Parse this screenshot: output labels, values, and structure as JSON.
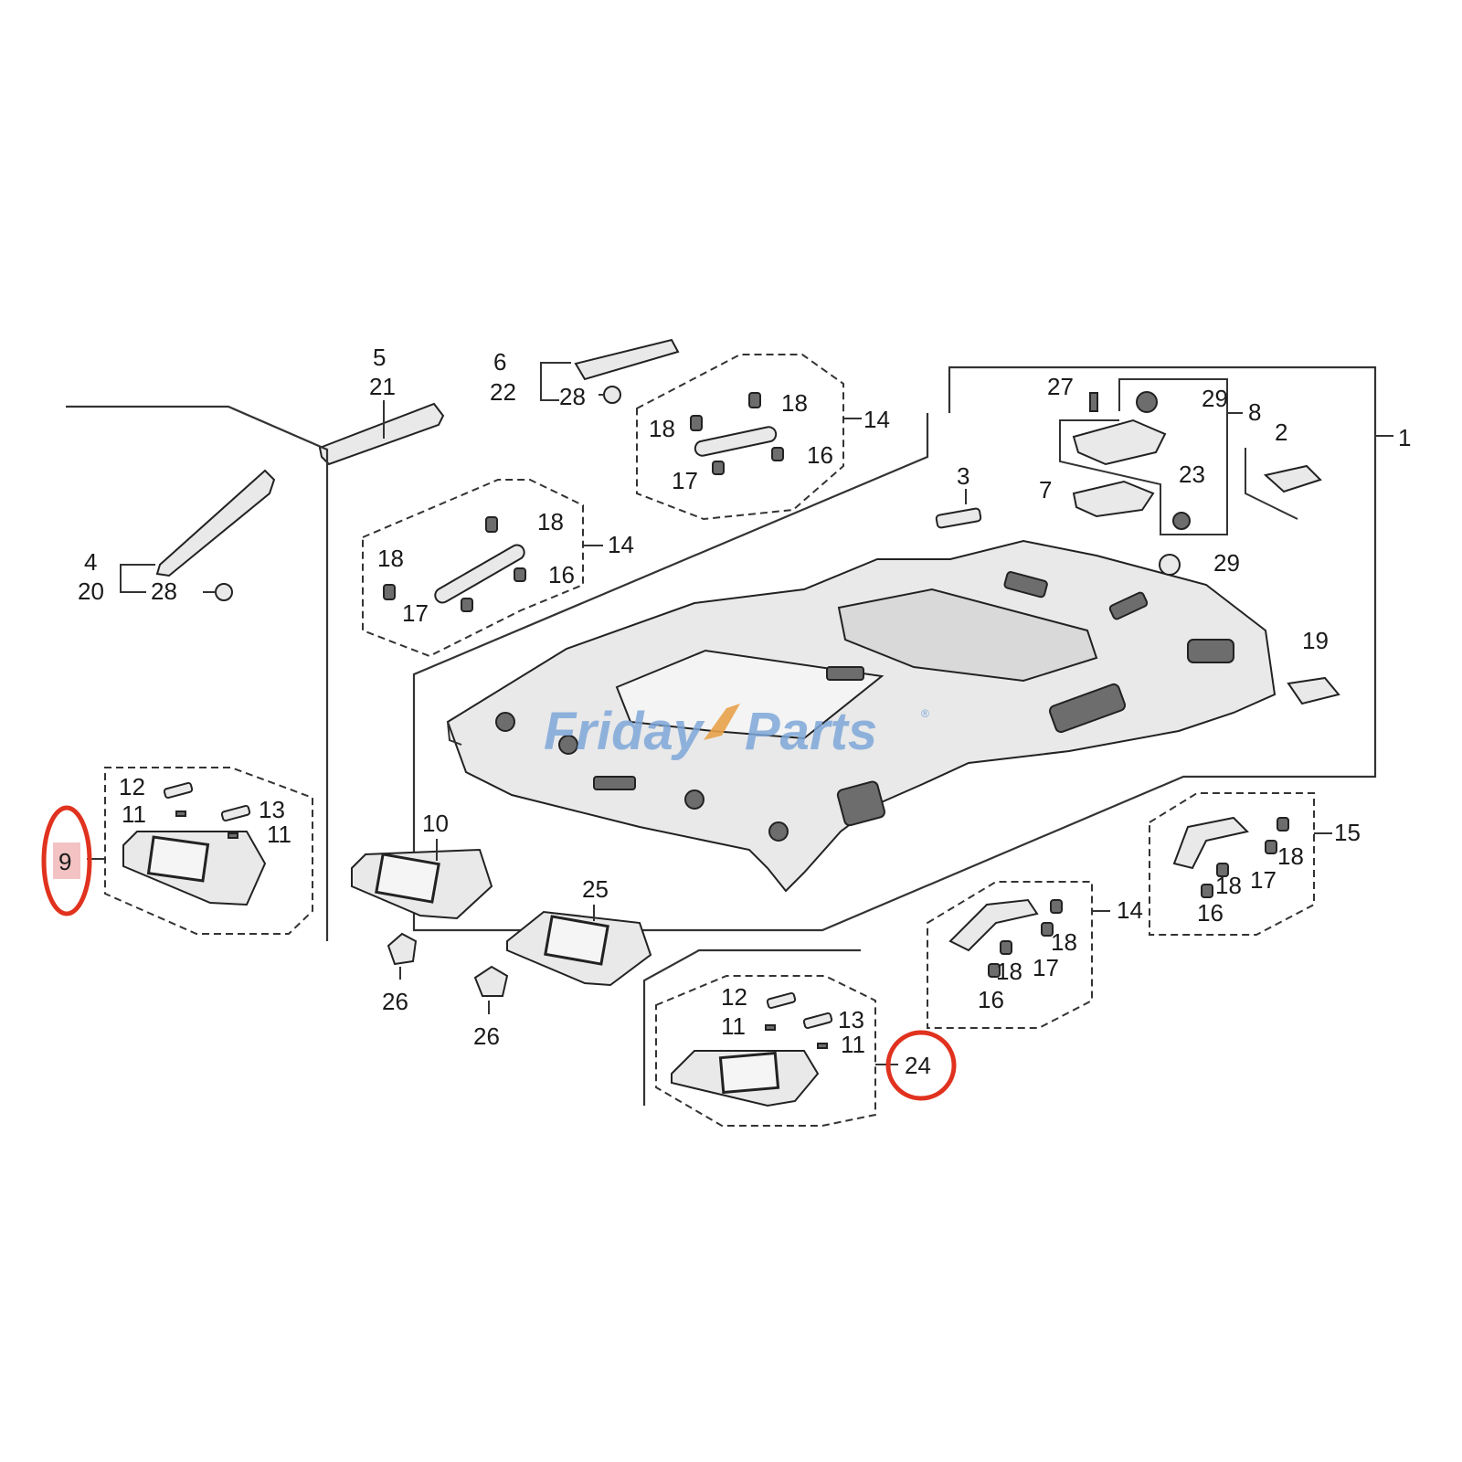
{
  "watermark": {
    "brand_part1": "Friday",
    "brand_part2": "Parts",
    "registered_mark": "®",
    "color_primary": "#7ea7d8",
    "color_accent": "#e8a24a"
  },
  "highlight_color": "#e0321e",
  "highlighted_callouts": [
    "9",
    "24"
  ],
  "callouts": {
    "c1": "1",
    "c2": "2",
    "c3": "3",
    "c4": "4",
    "c5": "5",
    "c6": "6",
    "c7": "7",
    "c8": "8",
    "c9": "9",
    "c10": "10",
    "c11a": "11",
    "c11b": "11",
    "c11c": "11",
    "c11d": "11",
    "c12a": "12",
    "c12b": "12",
    "c13a": "13",
    "c13b": "13",
    "c14a": "14",
    "c14b": "14",
    "c14c": "14",
    "c15": "15",
    "c16a": "16",
    "c16b": "16",
    "c16c": "16",
    "c16d": "16",
    "c17a": "17",
    "c17b": "17",
    "c17c": "17",
    "c17d": "17",
    "c18a": "18",
    "c18b": "18",
    "c18c": "18",
    "c18d": "18",
    "c18e": "18",
    "c18f": "18",
    "c18g": "18",
    "c18h": "18",
    "c19": "19",
    "c20": "20",
    "c21": "21",
    "c22": "22",
    "c23": "23",
    "c24": "24",
    "c25": "25",
    "c26a": "26",
    "c26b": "26",
    "c27": "27",
    "c28a": "28",
    "c28b": "28",
    "c29a": "29",
    "c29b": "29"
  }
}
